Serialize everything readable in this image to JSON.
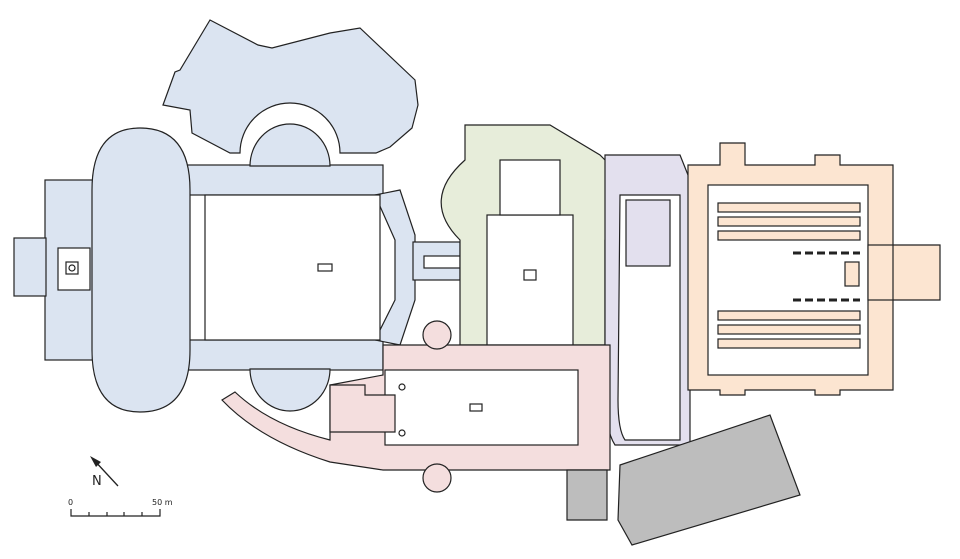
{
  "compass": {
    "label": "N"
  },
  "scale_bar": {
    "start_label": "0",
    "end_label": "50 m"
  },
  "colors": {
    "west_complex": "#dbe4f1",
    "central_complex": "#e7edda",
    "south_complex": "#f4dede",
    "connector": "#e3e0ee",
    "east_hall": "#fce5d1",
    "grey_buildings": "#bdbdbd"
  }
}
